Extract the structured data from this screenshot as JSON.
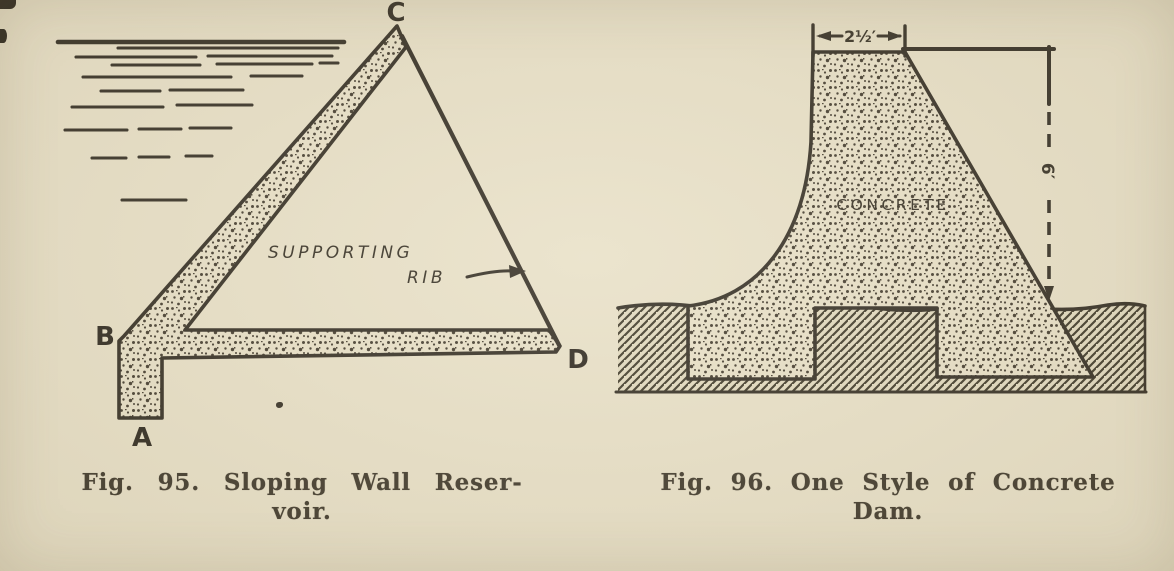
{
  "page": {
    "bg_color": "#e9e1c8",
    "ink_color": "#3b352a"
  },
  "fig95": {
    "point_labels": {
      "apex": "C",
      "left": "B",
      "footing": "A",
      "right": "D"
    },
    "annotation": {
      "line1": "SUPPORTING",
      "line2": "RIB"
    },
    "caption": {
      "line1": "Fig. 95. Sloping Wall Reser-",
      "line2": "voir."
    }
  },
  "fig96": {
    "material_label": "CONCRETE",
    "dimensions": {
      "top_width": "2½′",
      "height": "6′"
    },
    "caption": {
      "line1": "Fig. 96. One Style of Concrete",
      "line2": "Dam."
    }
  }
}
